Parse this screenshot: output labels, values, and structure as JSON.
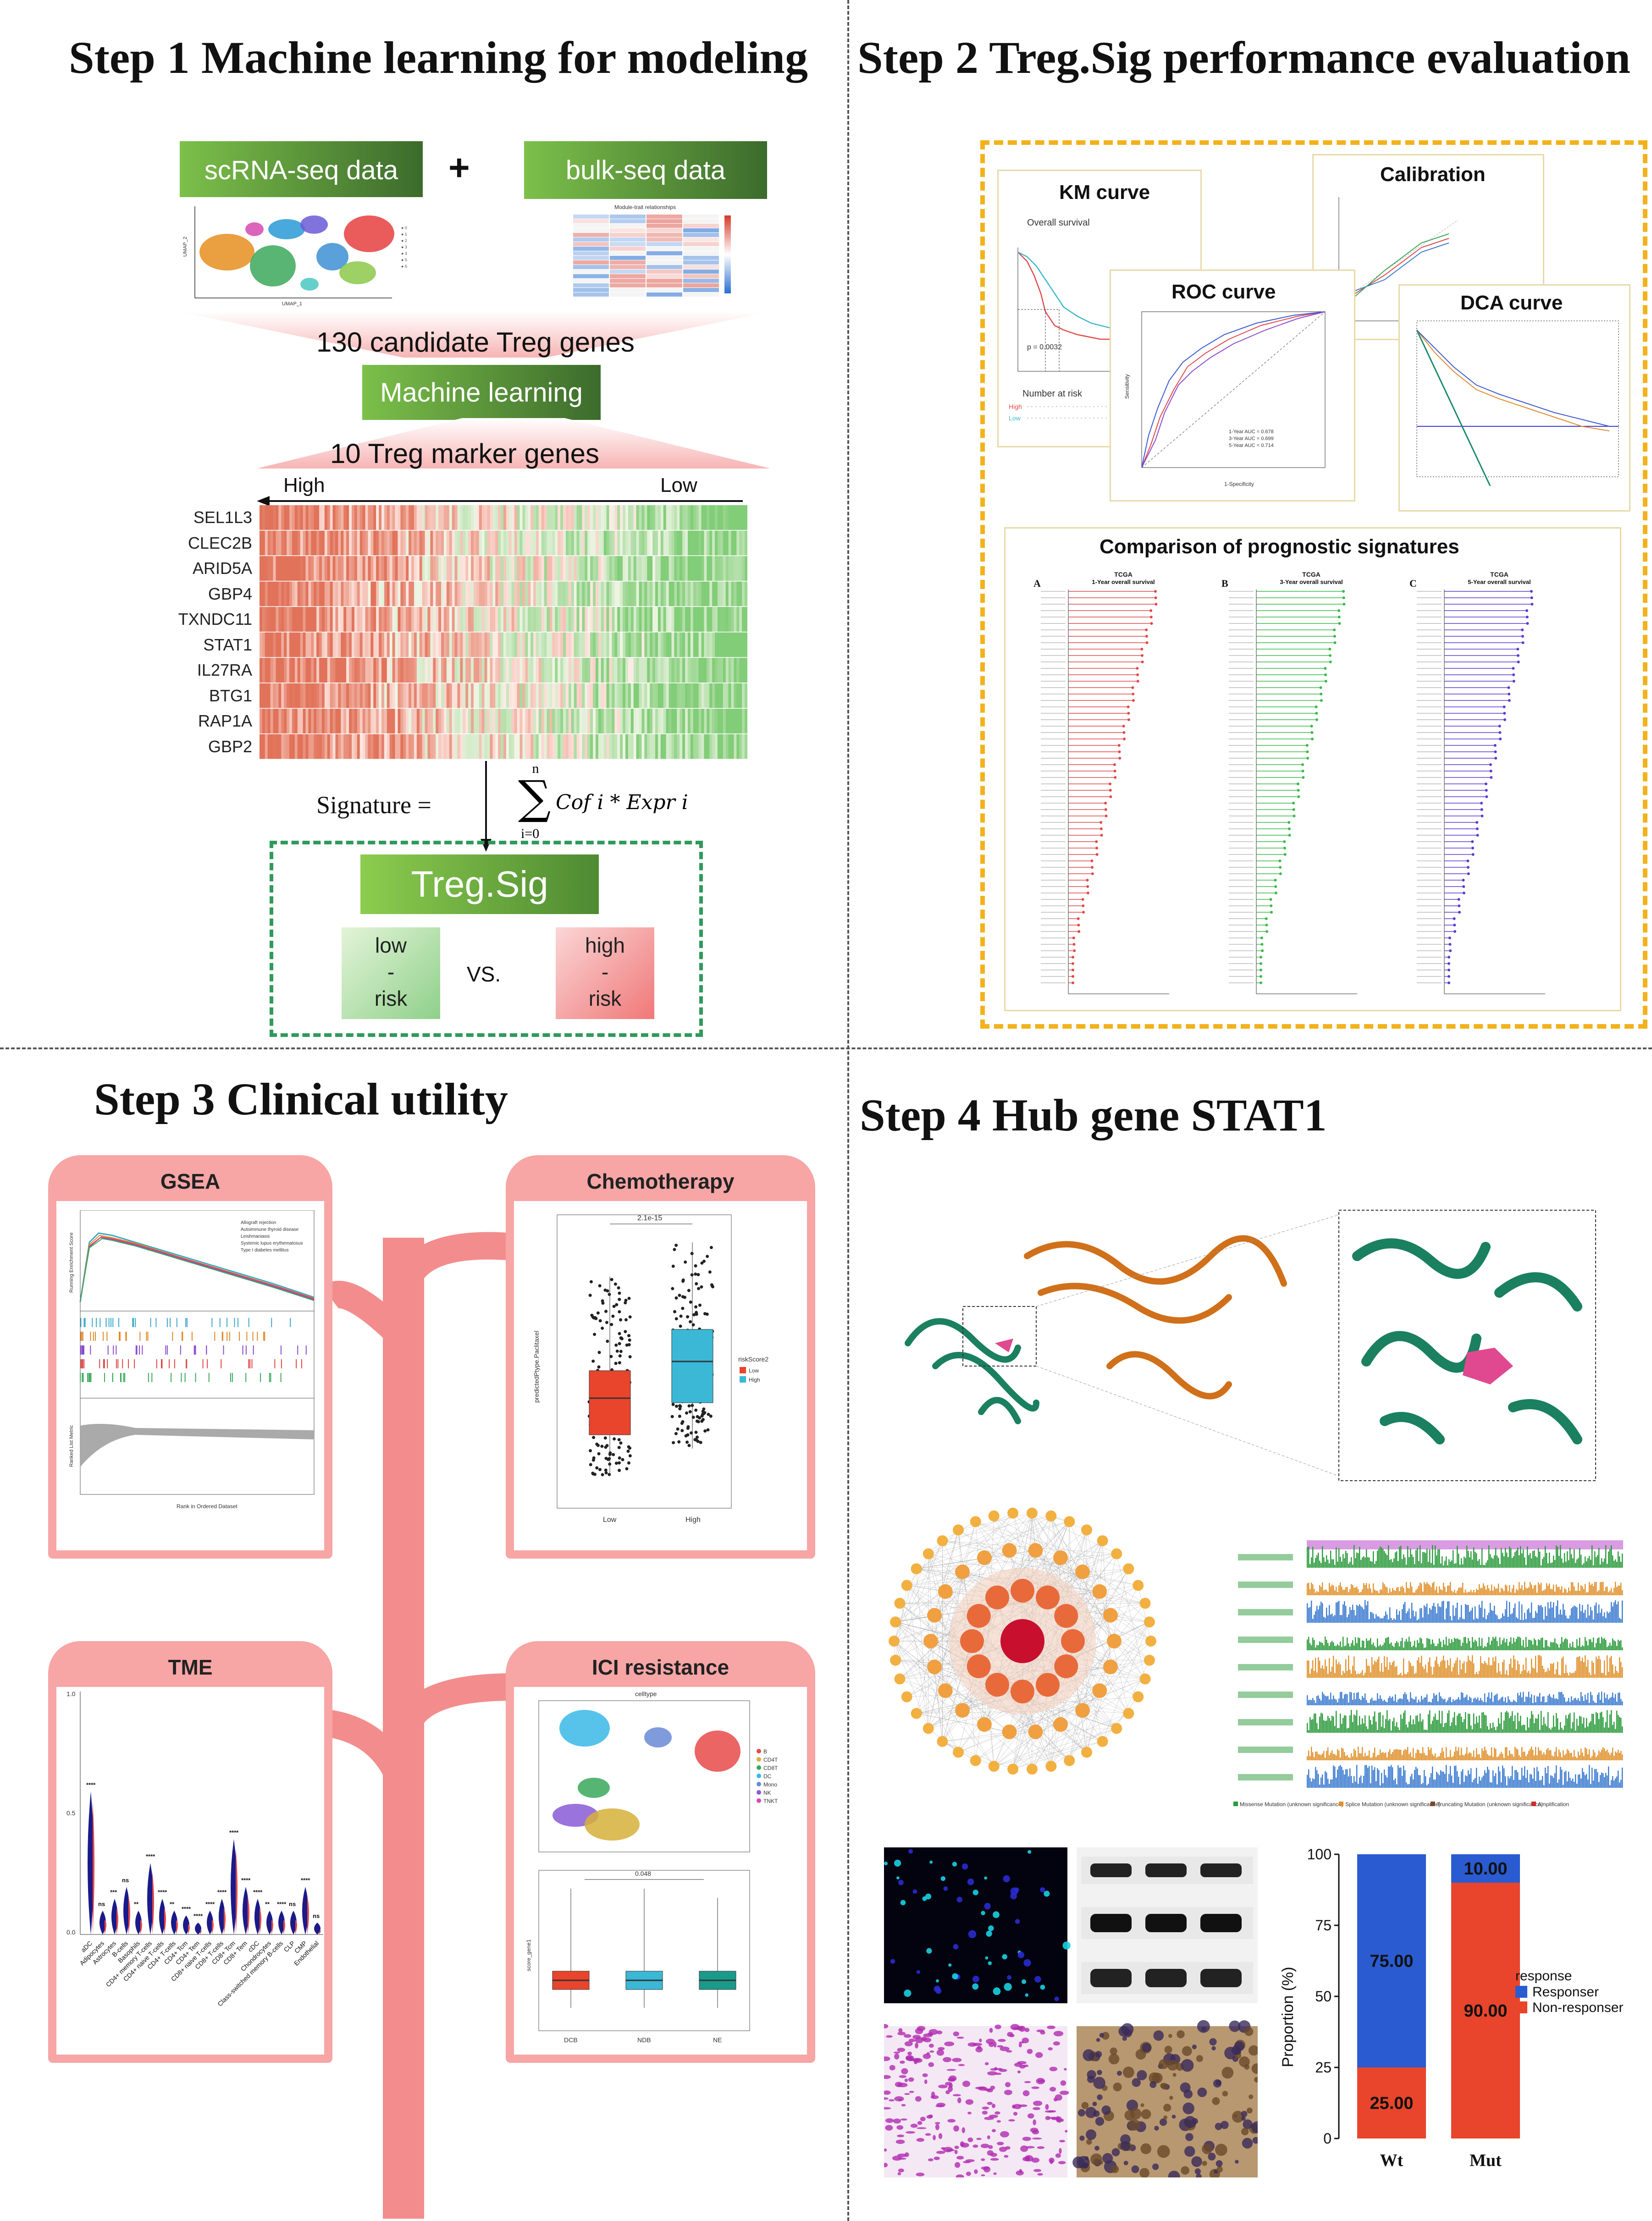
{
  "steps": {
    "step1": "Step 1 Machine learning for modeling",
    "step2": "Step 2 Treg.Sig performance evaluation",
    "step3": "Step 3 Clinical utility",
    "step4": "Step 4 Hub gene STAT1"
  },
  "step1": {
    "scrna_label": "scRNA-seq data",
    "plus": "+",
    "bulk_label": "bulk-seq data",
    "candidates": "130 candidate Treg genes",
    "ml_label": "Machine learning",
    "markers": "10 Treg marker genes",
    "high": "High",
    "low": "Low",
    "genes": [
      "SEL1L3",
      "CLEC2B",
      "ARID5A",
      "GBP4",
      "TXNDC11",
      "STAT1",
      "IL27RA",
      "BTG1",
      "RAP1A",
      "GBP2"
    ],
    "signature_label": "Signature =",
    "formula_sum_top": "n",
    "formula_sum_bottom": "i=0",
    "formula_body": "Cof i * Expr i",
    "treg_sig": "Treg.Sig",
    "low_risk": [
      "low",
      "-",
      "risk"
    ],
    "vs": "VS.",
    "high_risk": [
      "high",
      "-",
      "risk"
    ],
    "umap_xlabel": "UMAP_1",
    "umap_ylabel": "UMAP_2",
    "module_title": "Module-trait relationships"
  },
  "step2": {
    "km_title": "KM curve",
    "km_sub": "Overall survival",
    "km_p": "p = 0.0032",
    "km_risk": "Number at risk",
    "calibration_title": "Calibration",
    "roc_title": "ROC curve",
    "roc_legend": [
      "1-Year AUC = 0.678",
      "3-Year AUC = 0.699",
      "5-Year AUC = 0.714"
    ],
    "roc_xlabel": "1-Specificity",
    "roc_ylabel": "Sensitivity",
    "dca_title": "DCA curve",
    "comparison_title": "Comparison of prognostic signatures",
    "panels": [
      {
        "letter": "A",
        "dataset": "TCGA",
        "subtitle": "1-Year overall survival"
      },
      {
        "letter": "B",
        "dataset": "TCGA",
        "subtitle": "3-Year overall survival"
      },
      {
        "letter": "C",
        "dataset": "TCGA",
        "subtitle": "5-Year overall survival"
      }
    ]
  },
  "step3": {
    "gsea_title": "GSEA",
    "gsea_legend": [
      "Allograft rejection",
      "Autoimmune thyroid disease",
      "Leishmaniasis",
      "Systemic lupus erythematosus",
      "Type I diabetes mellitus"
    ],
    "gsea_ylabel": "Running Enrichment Score",
    "gsea_ylabel2": "Ranked List Metric",
    "gsea_xlabel": "Rank in Ordered Dataset",
    "chemo_title": "Chemotherapy",
    "chemo_p": "2.1e-15",
    "chemo_ylabel": "predictedPtype.Paclitaxel",
    "chemo_legend_title": "riskScore2",
    "chemo_groups": [
      "Low",
      "High"
    ],
    "tme_title": "TME",
    "tme_cells": [
      "aDC",
      "Adipocytes",
      "Astrocytes",
      "B-cells",
      "Basophils",
      "CD4+ memory T-cells",
      "CD4+ naive T-cells",
      "CD4+ T-cells",
      "CD4+ Tcm",
      "CD4+ Tem",
      "CD8+ naive T-cells",
      "CD8+ T-cells",
      "CD8+ Tcm",
      "CD8+ Tem",
      "cDC",
      "Chondrocytes",
      "Class-switched memory B-cells",
      "CLP",
      "CMP",
      "Endothelial"
    ],
    "tme_sig": [
      "****",
      "ns",
      "***",
      "ns",
      "**",
      "****",
      "****",
      "**",
      "****",
      "****",
      "****",
      "****",
      "****",
      "****",
      "****",
      "**",
      "****",
      "ns",
      "****",
      "ns"
    ],
    "ici_title": "ICI resistance",
    "ici_celltype": "celltype",
    "ici_legend": [
      "B",
      "CD4T",
      "CD8T",
      "DC",
      "Mono",
      "NK",
      "TNKT"
    ],
    "ici_p": "0.048",
    "ici_groups": [
      "DCB",
      "NDB",
      "NE"
    ],
    "ici_ylabel": "score_gene1"
  },
  "step4": {
    "mutation_legend": [
      "Missense Mutation (unknown significance)",
      "Splice Mutation (unknown significance)",
      "Truncating Mutation (unknown significance)",
      "Amplification"
    ],
    "bar_ylabel": "Proportion (%)",
    "bar_legend_title": "response",
    "bar_legend": [
      "Responser",
      "Non-responser"
    ]
  },
  "chart_data": {
    "type": "bar",
    "categories": [
      "Wt",
      "Mut"
    ],
    "series": [
      {
        "name": "Responser",
        "values": [
          75.0,
          10.0
        ]
      },
      {
        "name": "Non-responser",
        "values": [
          25.0,
          90.0
        ]
      }
    ],
    "stacked": true,
    "ylabel": "Proportion (%)",
    "ylim": [
      0,
      100
    ],
    "yticks": [
      0,
      25,
      50,
      75,
      100
    ],
    "colors": {
      "Responser": "#2a5bd0",
      "Non-responser": "#e8452c"
    }
  }
}
